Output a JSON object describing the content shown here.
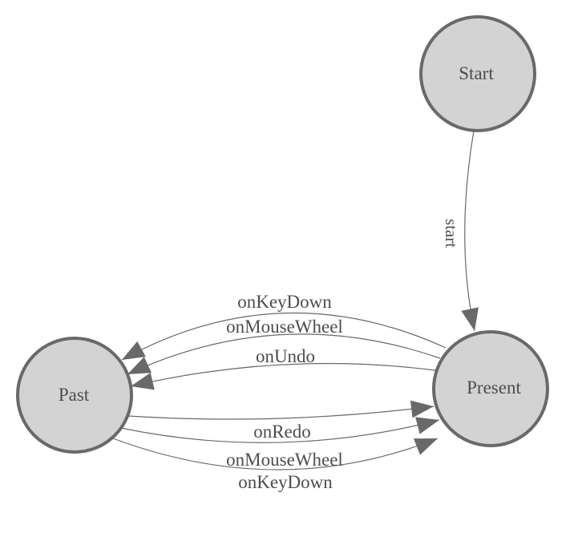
{
  "diagram": {
    "type": "state-machine",
    "colors": {
      "background": "#ffffff",
      "node_fill": "#d3d3d3",
      "node_stroke": "#696969",
      "edge": "#696969",
      "arrow": "#696969",
      "label": "#4d4d4d"
    },
    "nodes": [
      {
        "id": "start",
        "label": "Start"
      },
      {
        "id": "present",
        "label": "Present"
      },
      {
        "id": "past",
        "label": "Past"
      }
    ],
    "edges": [
      {
        "from": "start",
        "to": "present",
        "label": "start"
      },
      {
        "from": "present",
        "to": "past",
        "label": "onKeyDown"
      },
      {
        "from": "present",
        "to": "past",
        "label": "onMouseWheel"
      },
      {
        "from": "present",
        "to": "past",
        "label": "onUndo"
      },
      {
        "from": "past",
        "to": "present",
        "label": "onRedo"
      },
      {
        "from": "past",
        "to": "present",
        "label": "onMouseWheel"
      },
      {
        "from": "past",
        "to": "present",
        "label": "onKeyDown"
      }
    ]
  }
}
